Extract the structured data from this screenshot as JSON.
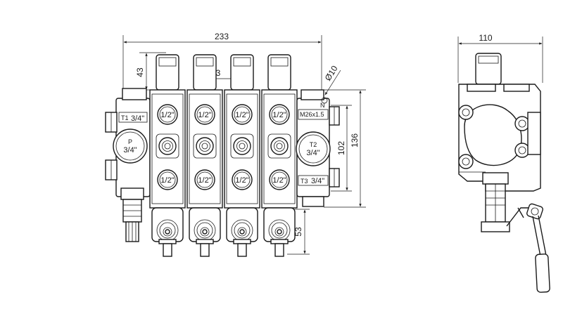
{
  "front_view": {
    "dims": {
      "width": "233",
      "top": "43",
      "spacing": "43",
      "radius": "Ø10",
      "h136": "136",
      "h102": "102",
      "h53": "53"
    },
    "inlet": {
      "letter": "P",
      "size": "3/4\""
    },
    "ports_left": {
      "t1_name": "T1",
      "t1_size": "3/4\""
    },
    "outlet": {
      "n_label": "N",
      "thread": "M26x1.5",
      "t2_name": "T2",
      "t2_size": "3/4\"",
      "t3_name": "T3",
      "t3_size": "3/4\""
    },
    "sections": [
      {
        "a": "1/2\"",
        "b": "1/2\""
      },
      {
        "a": "1/2\"",
        "b": "1/2\""
      },
      {
        "a": "1/2\"",
        "b": "1/2\""
      },
      {
        "a": "1/2\"",
        "b": "1/2\""
      }
    ]
  },
  "side_view": {
    "dims": {
      "width": "110"
    }
  }
}
